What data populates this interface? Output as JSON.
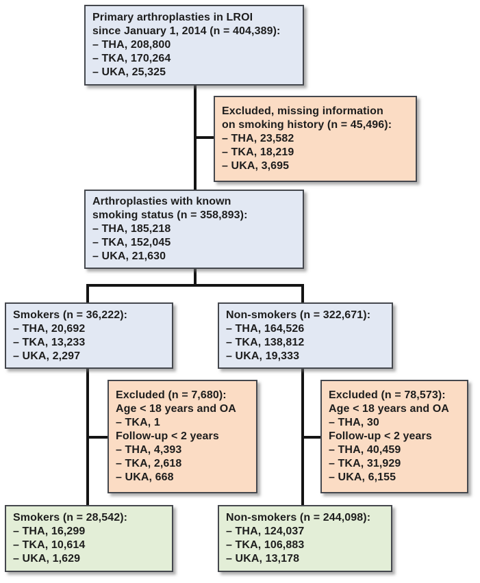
{
  "palette": {
    "node_blue": "#e2e8f3",
    "node_orange": "#fbdcc4",
    "node_green": "#e3eed7",
    "node_border": "#44474d",
    "connector": "#141414",
    "text": "#1d1d1d",
    "background": "#ffffff"
  },
  "nodes": {
    "primary": {
      "color": "blue",
      "lines": [
        "Primary arthroplasties in LROI",
        "since January 1, 2014 (n = 404,389):",
        "– THA, 208,800",
        "– TKA, 170,264",
        "– UKA, 25,325"
      ]
    },
    "excluded_missing": {
      "color": "orange",
      "lines": [
        "Excluded, missing information",
        "on smoking history (n = 45,496):",
        "– THA, 23,582",
        "– TKA, 18,219",
        "– UKA, 3,695"
      ]
    },
    "known_status": {
      "color": "blue",
      "lines": [
        "Arthroplasties with known",
        "smoking status (n = 358,893):",
        "– THA, 185,218",
        "– TKA, 152,045",
        "– UKA, 21,630"
      ]
    },
    "smokers": {
      "color": "blue",
      "lines": [
        "Smokers (n = 36,222):",
        "– THA, 20,692",
        "– TKA, 13,233",
        "– UKA, 2,297"
      ]
    },
    "non_smokers": {
      "color": "blue",
      "lines": [
        "Non-smokers (n = 322,671):",
        "– THA, 164,526",
        "– TKA, 138,812",
        "– UKA, 19,333"
      ]
    },
    "excluded_smokers": {
      "color": "orange",
      "lines": [
        "Excluded (n = 7,680):",
        "Age < 18 years and OA",
        "– TKA, 1",
        "Follow-up < 2 years",
        "– THA, 4,393",
        "– TKA, 2,618",
        "– UKA, 668"
      ]
    },
    "excluded_non_smokers": {
      "color": "orange",
      "lines": [
        "Excluded (n = 78,573):",
        "Age < 18 years and OA",
        "– THA, 30",
        "Follow-up < 2 years",
        "– THA, 40,459",
        "– TKA, 31,929",
        "– UKA, 6,155"
      ]
    },
    "smokers_final": {
      "color": "green",
      "lines": [
        "Smokers (n = 28,542):",
        "– THA, 16,299",
        "– TKA, 10,614",
        "– UKA, 1,629"
      ]
    },
    "non_smokers_final": {
      "color": "green",
      "lines": [
        "Non-smokers (n = 244,098):",
        "– THA, 124,037",
        "– TKA, 106,883",
        "– UKA, 13,178"
      ]
    }
  }
}
